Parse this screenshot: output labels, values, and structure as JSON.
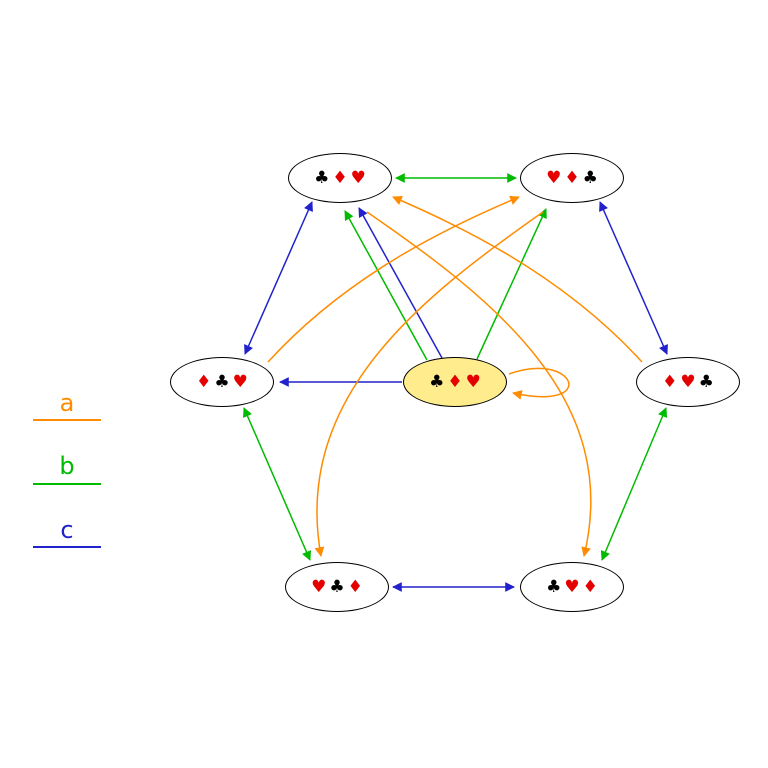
{
  "legend": {
    "items": [
      {
        "label": "a",
        "color": "#ff8c00"
      },
      {
        "label": "b",
        "color": "#00bb00"
      },
      {
        "label": "c",
        "color": "#2222cc"
      }
    ]
  },
  "nodes": [
    {
      "id": "top-left",
      "highlighted": false,
      "suits": [
        {
          "glyph": "♣",
          "color": "black"
        },
        {
          "glyph": "♦",
          "color": "red"
        },
        {
          "glyph": "♥",
          "color": "red"
        }
      ]
    },
    {
      "id": "top-right",
      "highlighted": false,
      "suits": [
        {
          "glyph": "♥",
          "color": "red"
        },
        {
          "glyph": "♦",
          "color": "red"
        },
        {
          "glyph": "♣",
          "color": "black"
        }
      ]
    },
    {
      "id": "mid-left",
      "highlighted": false,
      "suits": [
        {
          "glyph": "♦",
          "color": "red"
        },
        {
          "glyph": "♣",
          "color": "black"
        },
        {
          "glyph": "♥",
          "color": "red"
        }
      ]
    },
    {
      "id": "center",
      "highlighted": true,
      "fill": "#ffec8c",
      "suits": [
        {
          "glyph": "♣",
          "color": "black"
        },
        {
          "glyph": "♦",
          "color": "red"
        },
        {
          "glyph": "♥",
          "color": "red"
        }
      ]
    },
    {
      "id": "mid-right",
      "highlighted": false,
      "suits": [
        {
          "glyph": "♦",
          "color": "red"
        },
        {
          "glyph": "♥",
          "color": "red"
        },
        {
          "glyph": "♣",
          "color": "black"
        }
      ]
    },
    {
      "id": "bottom-left",
      "highlighted": false,
      "suits": [
        {
          "glyph": "♥",
          "color": "red"
        },
        {
          "glyph": "♣",
          "color": "black"
        },
        {
          "glyph": "♦",
          "color": "red"
        }
      ]
    },
    {
      "id": "bottom-right",
      "highlighted": false,
      "suits": [
        {
          "glyph": "♣",
          "color": "black"
        },
        {
          "glyph": "♥",
          "color": "red"
        },
        {
          "glyph": "♦",
          "color": "red"
        }
      ]
    }
  ],
  "edges": [
    {
      "label": "b",
      "from": "top-left",
      "to": "top-right",
      "directed": "both"
    },
    {
      "label": "c",
      "from": "top-left",
      "to": "mid-left",
      "directed": "both"
    },
    {
      "label": "c",
      "from": "top-right",
      "to": "mid-right",
      "directed": "both"
    },
    {
      "label": "b",
      "from": "mid-left",
      "to": "bottom-left",
      "directed": "both"
    },
    {
      "label": "b",
      "from": "mid-right",
      "to": "bottom-right",
      "directed": "both"
    },
    {
      "label": "c",
      "from": "bottom-left",
      "to": "bottom-right",
      "directed": "both"
    },
    {
      "label": "c",
      "from": "center",
      "to": "mid-left",
      "directed": "forward"
    },
    {
      "label": "c",
      "from": "center",
      "to": "top-left",
      "directed": "forward"
    },
    {
      "label": "b",
      "from": "center",
      "to": "top-left",
      "directed": "forward"
    },
    {
      "label": "b",
      "from": "center",
      "to": "top-right",
      "directed": "forward"
    },
    {
      "label": "a",
      "from": "center",
      "to": "center",
      "directed": "forward"
    },
    {
      "label": "a",
      "from": "mid-left",
      "to": "top-right",
      "directed": "forward"
    },
    {
      "label": "a",
      "from": "mid-right",
      "to": "top-left",
      "directed": "forward"
    },
    {
      "label": "a",
      "from": "top-right",
      "to": "bottom-left",
      "directed": "forward"
    },
    {
      "label": "a",
      "from": "top-left",
      "to": "bottom-right",
      "directed": "forward"
    }
  ],
  "colors": {
    "edge_a": "#ff8c00",
    "edge_b": "#00bb00",
    "edge_c": "#2222cc",
    "suit_red": "#e50000",
    "suit_black": "#000000",
    "highlight_fill": "#ffec8c",
    "node_stroke": "#000000",
    "background": "#ffffff"
  }
}
